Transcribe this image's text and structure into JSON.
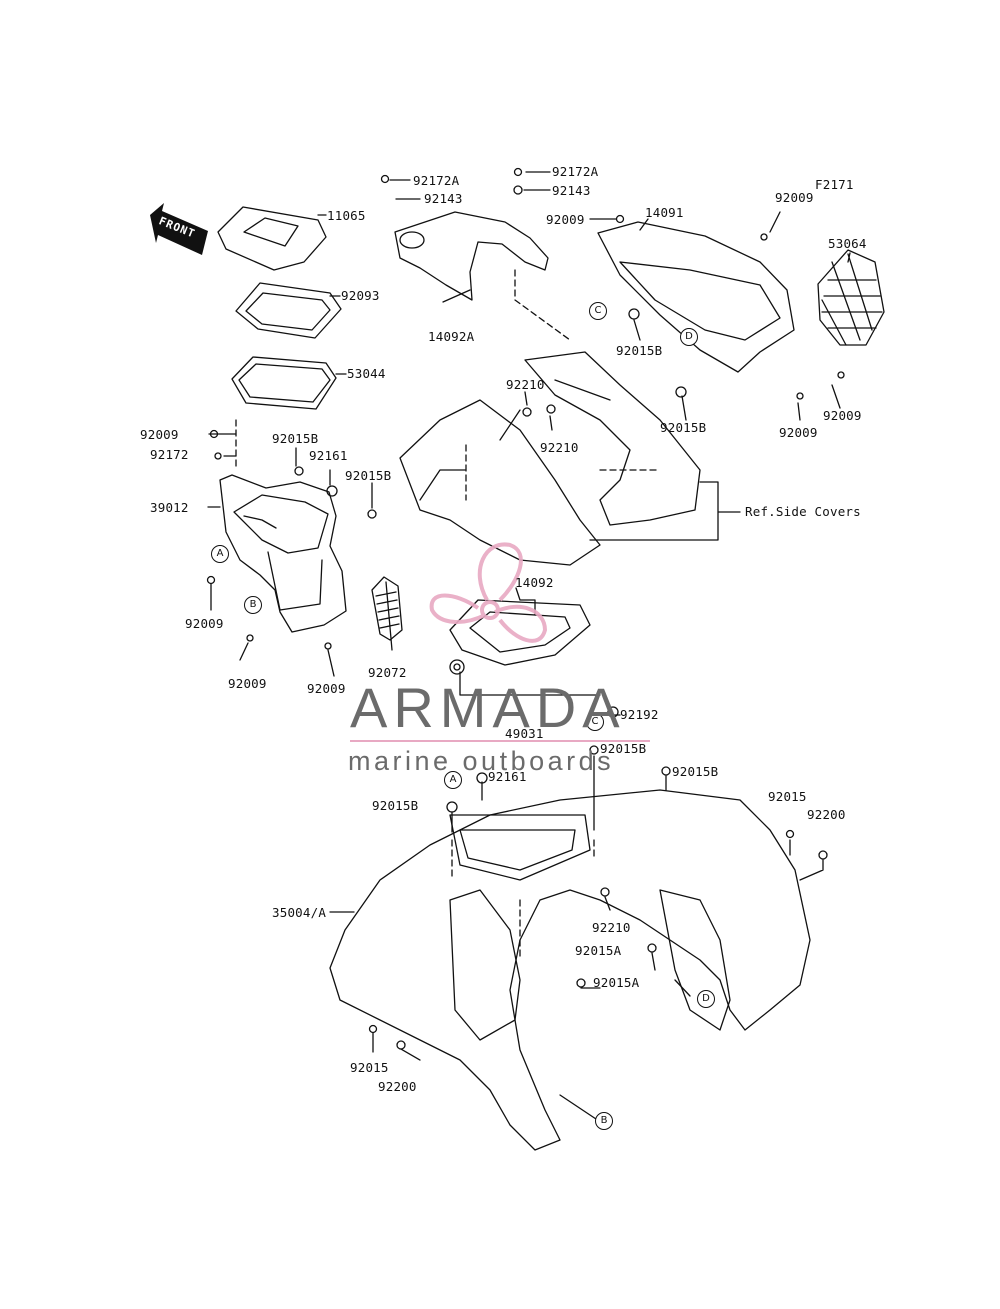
{
  "diagram": {
    "figure_code": "F2171",
    "front_label": "FRONT",
    "ref_note": "Ref.Side Covers",
    "watermark": {
      "title": "ARMADA",
      "subtitle": "marine outboards",
      "accent_color": "#e8a9c3",
      "text_color": "#6b6b6b"
    },
    "parts": {
      "p11065": "11065",
      "p92093": "92093",
      "p53044": "53044",
      "p92009a": "92009",
      "p92172": "92172",
      "p39012": "39012",
      "p92015b_a": "92015B",
      "p92161_a": "92161",
      "p92015b_b": "92015B",
      "p92009b": "92009",
      "p92009c": "92009",
      "p92009d": "92009",
      "p92072": "92072",
      "p92172a_l": "92172A",
      "p92143_l": "92143",
      "p14092a": "14092A",
      "p92172a_r": "92172A",
      "p92143_r": "92143",
      "p92009e": "92009",
      "p14091": "14091",
      "p92009f": "92009",
      "p53064": "53064",
      "p92015b_c": "92015B",
      "p92009g": "92009",
      "p92009h": "92009",
      "p92015b_d": "92015B",
      "p92210_a": "92210",
      "p92210_b": "92210",
      "p14092": "14092",
      "p92192": "92192",
      "p49031": "49031",
      "p92015b_e": "92015B",
      "p92161_b": "92161",
      "p92015b_f": "92015B",
      "p92015b_g": "92015B",
      "p92015_a": "92015",
      "p92200_a": "92200",
      "p35004": "35004/A",
      "p92210_c": "92210",
      "p92015a_a": "92015A",
      "p92015a_b": "92015A",
      "p92015_b": "92015",
      "p92200_b": "92200"
    },
    "callouts": {
      "a": "A",
      "b": "B",
      "c": "C",
      "d": "D"
    }
  }
}
